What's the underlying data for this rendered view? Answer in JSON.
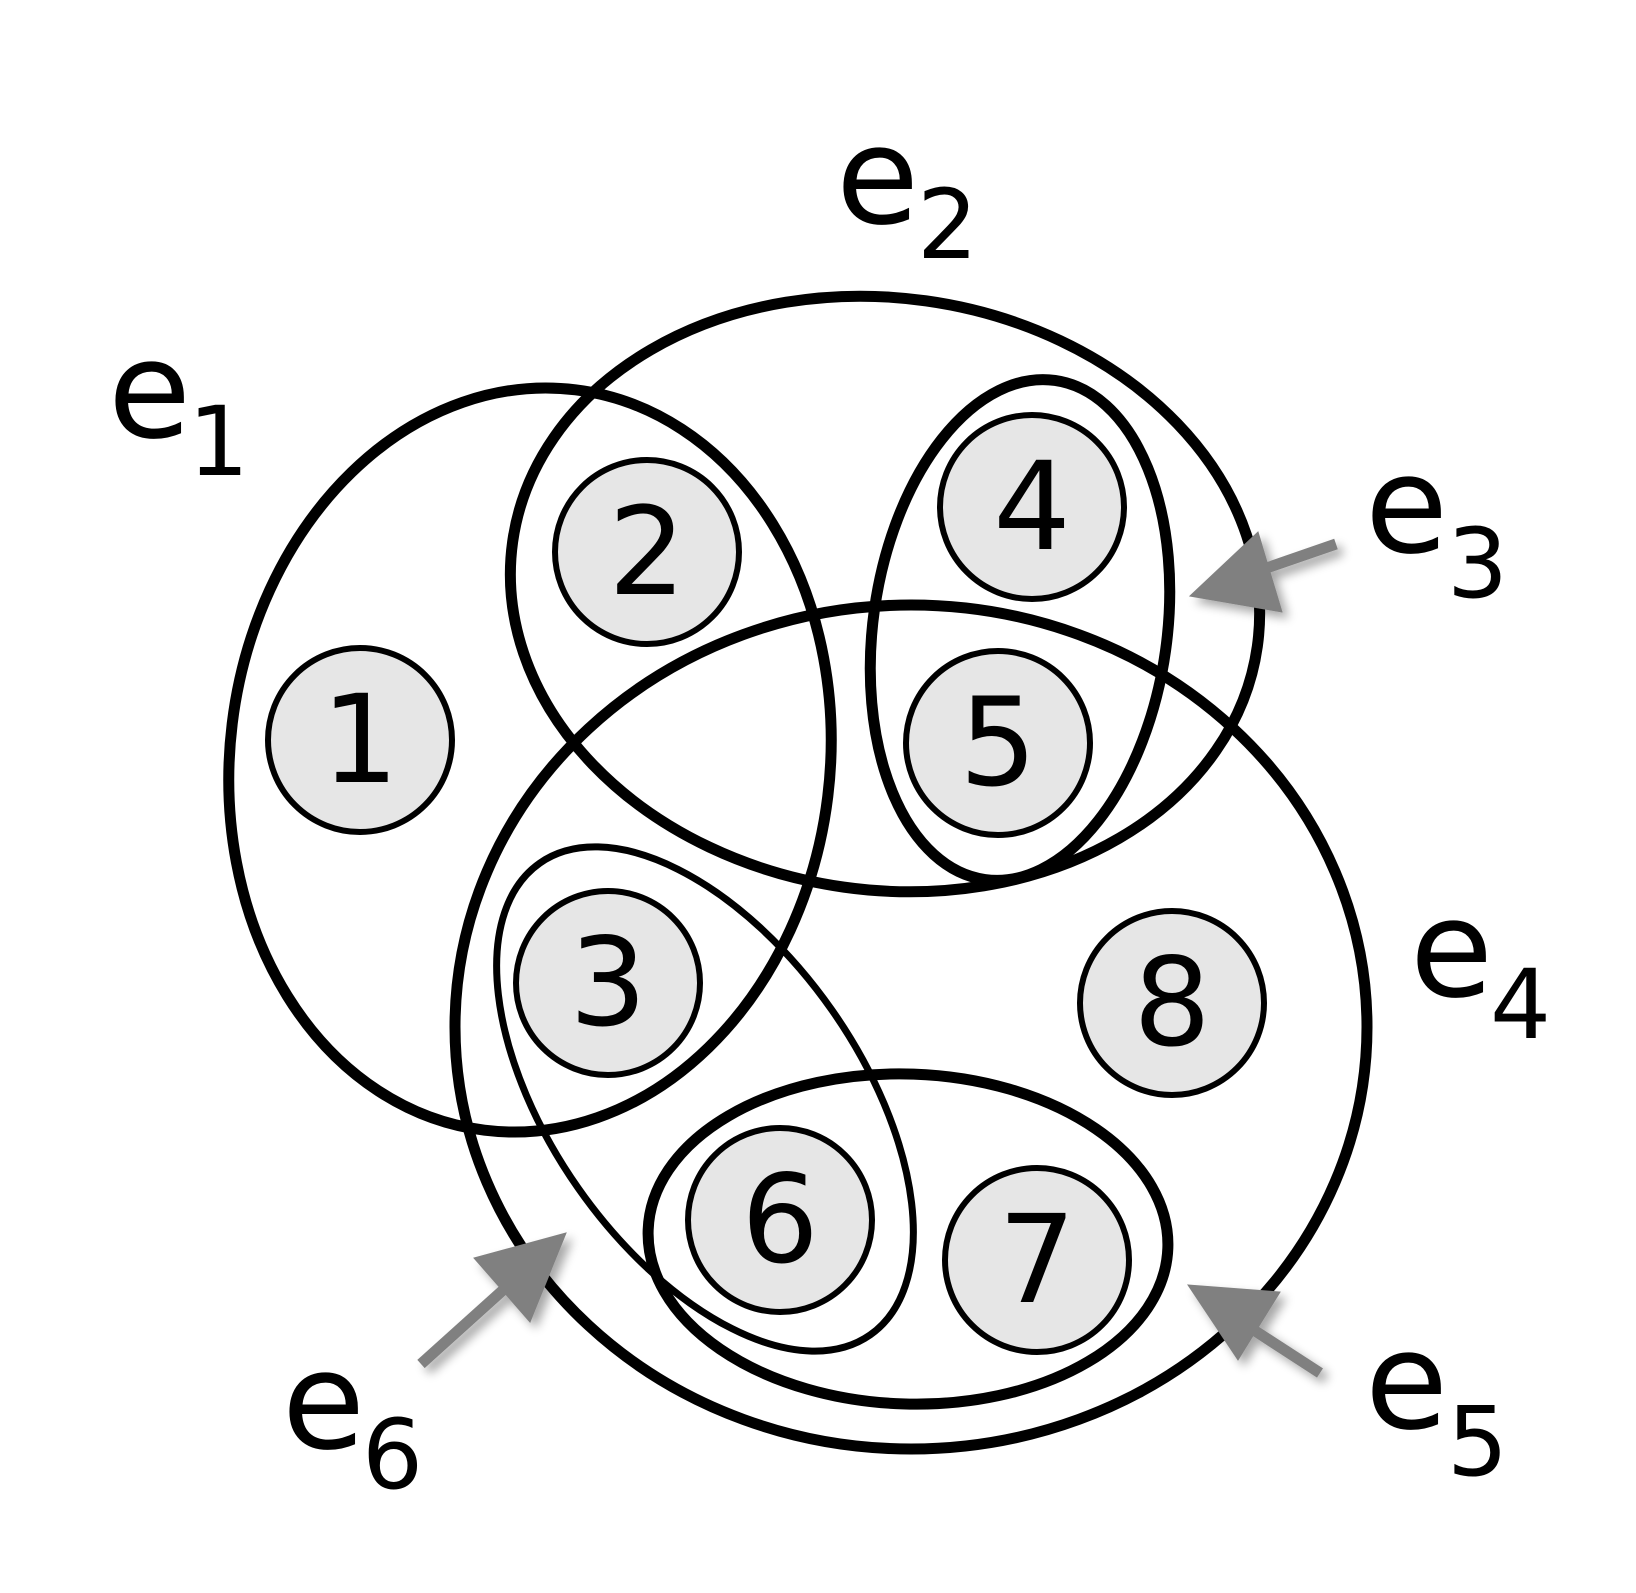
{
  "hypergraph": {
    "nodes": [
      {
        "id": "1",
        "label": "1"
      },
      {
        "id": "2",
        "label": "2"
      },
      {
        "id": "3",
        "label": "3"
      },
      {
        "id": "4",
        "label": "4"
      },
      {
        "id": "5",
        "label": "5"
      },
      {
        "id": "6",
        "label": "6"
      },
      {
        "id": "7",
        "label": "7"
      },
      {
        "id": "8",
        "label": "8"
      }
    ],
    "hyperedges": [
      {
        "id": "e1",
        "base": "e",
        "subscript": "1",
        "members": [
          "1",
          "2",
          "3"
        ]
      },
      {
        "id": "e2",
        "base": "e",
        "subscript": "2",
        "members": [
          "2",
          "4",
          "5"
        ]
      },
      {
        "id": "e3",
        "base": "e",
        "subscript": "3",
        "members": [
          "4",
          "5"
        ]
      },
      {
        "id": "e4",
        "base": "e",
        "subscript": "4",
        "members": [
          "3",
          "5",
          "6",
          "7",
          "8"
        ]
      },
      {
        "id": "e5",
        "base": "e",
        "subscript": "5",
        "members": [
          "6",
          "7"
        ]
      },
      {
        "id": "e6",
        "base": "e",
        "subscript": "6",
        "members": [
          "3",
          "6"
        ]
      }
    ]
  },
  "colors": {
    "node_fill": "#e6e6e6",
    "outline": "#000000",
    "arrow": "#808080"
  }
}
